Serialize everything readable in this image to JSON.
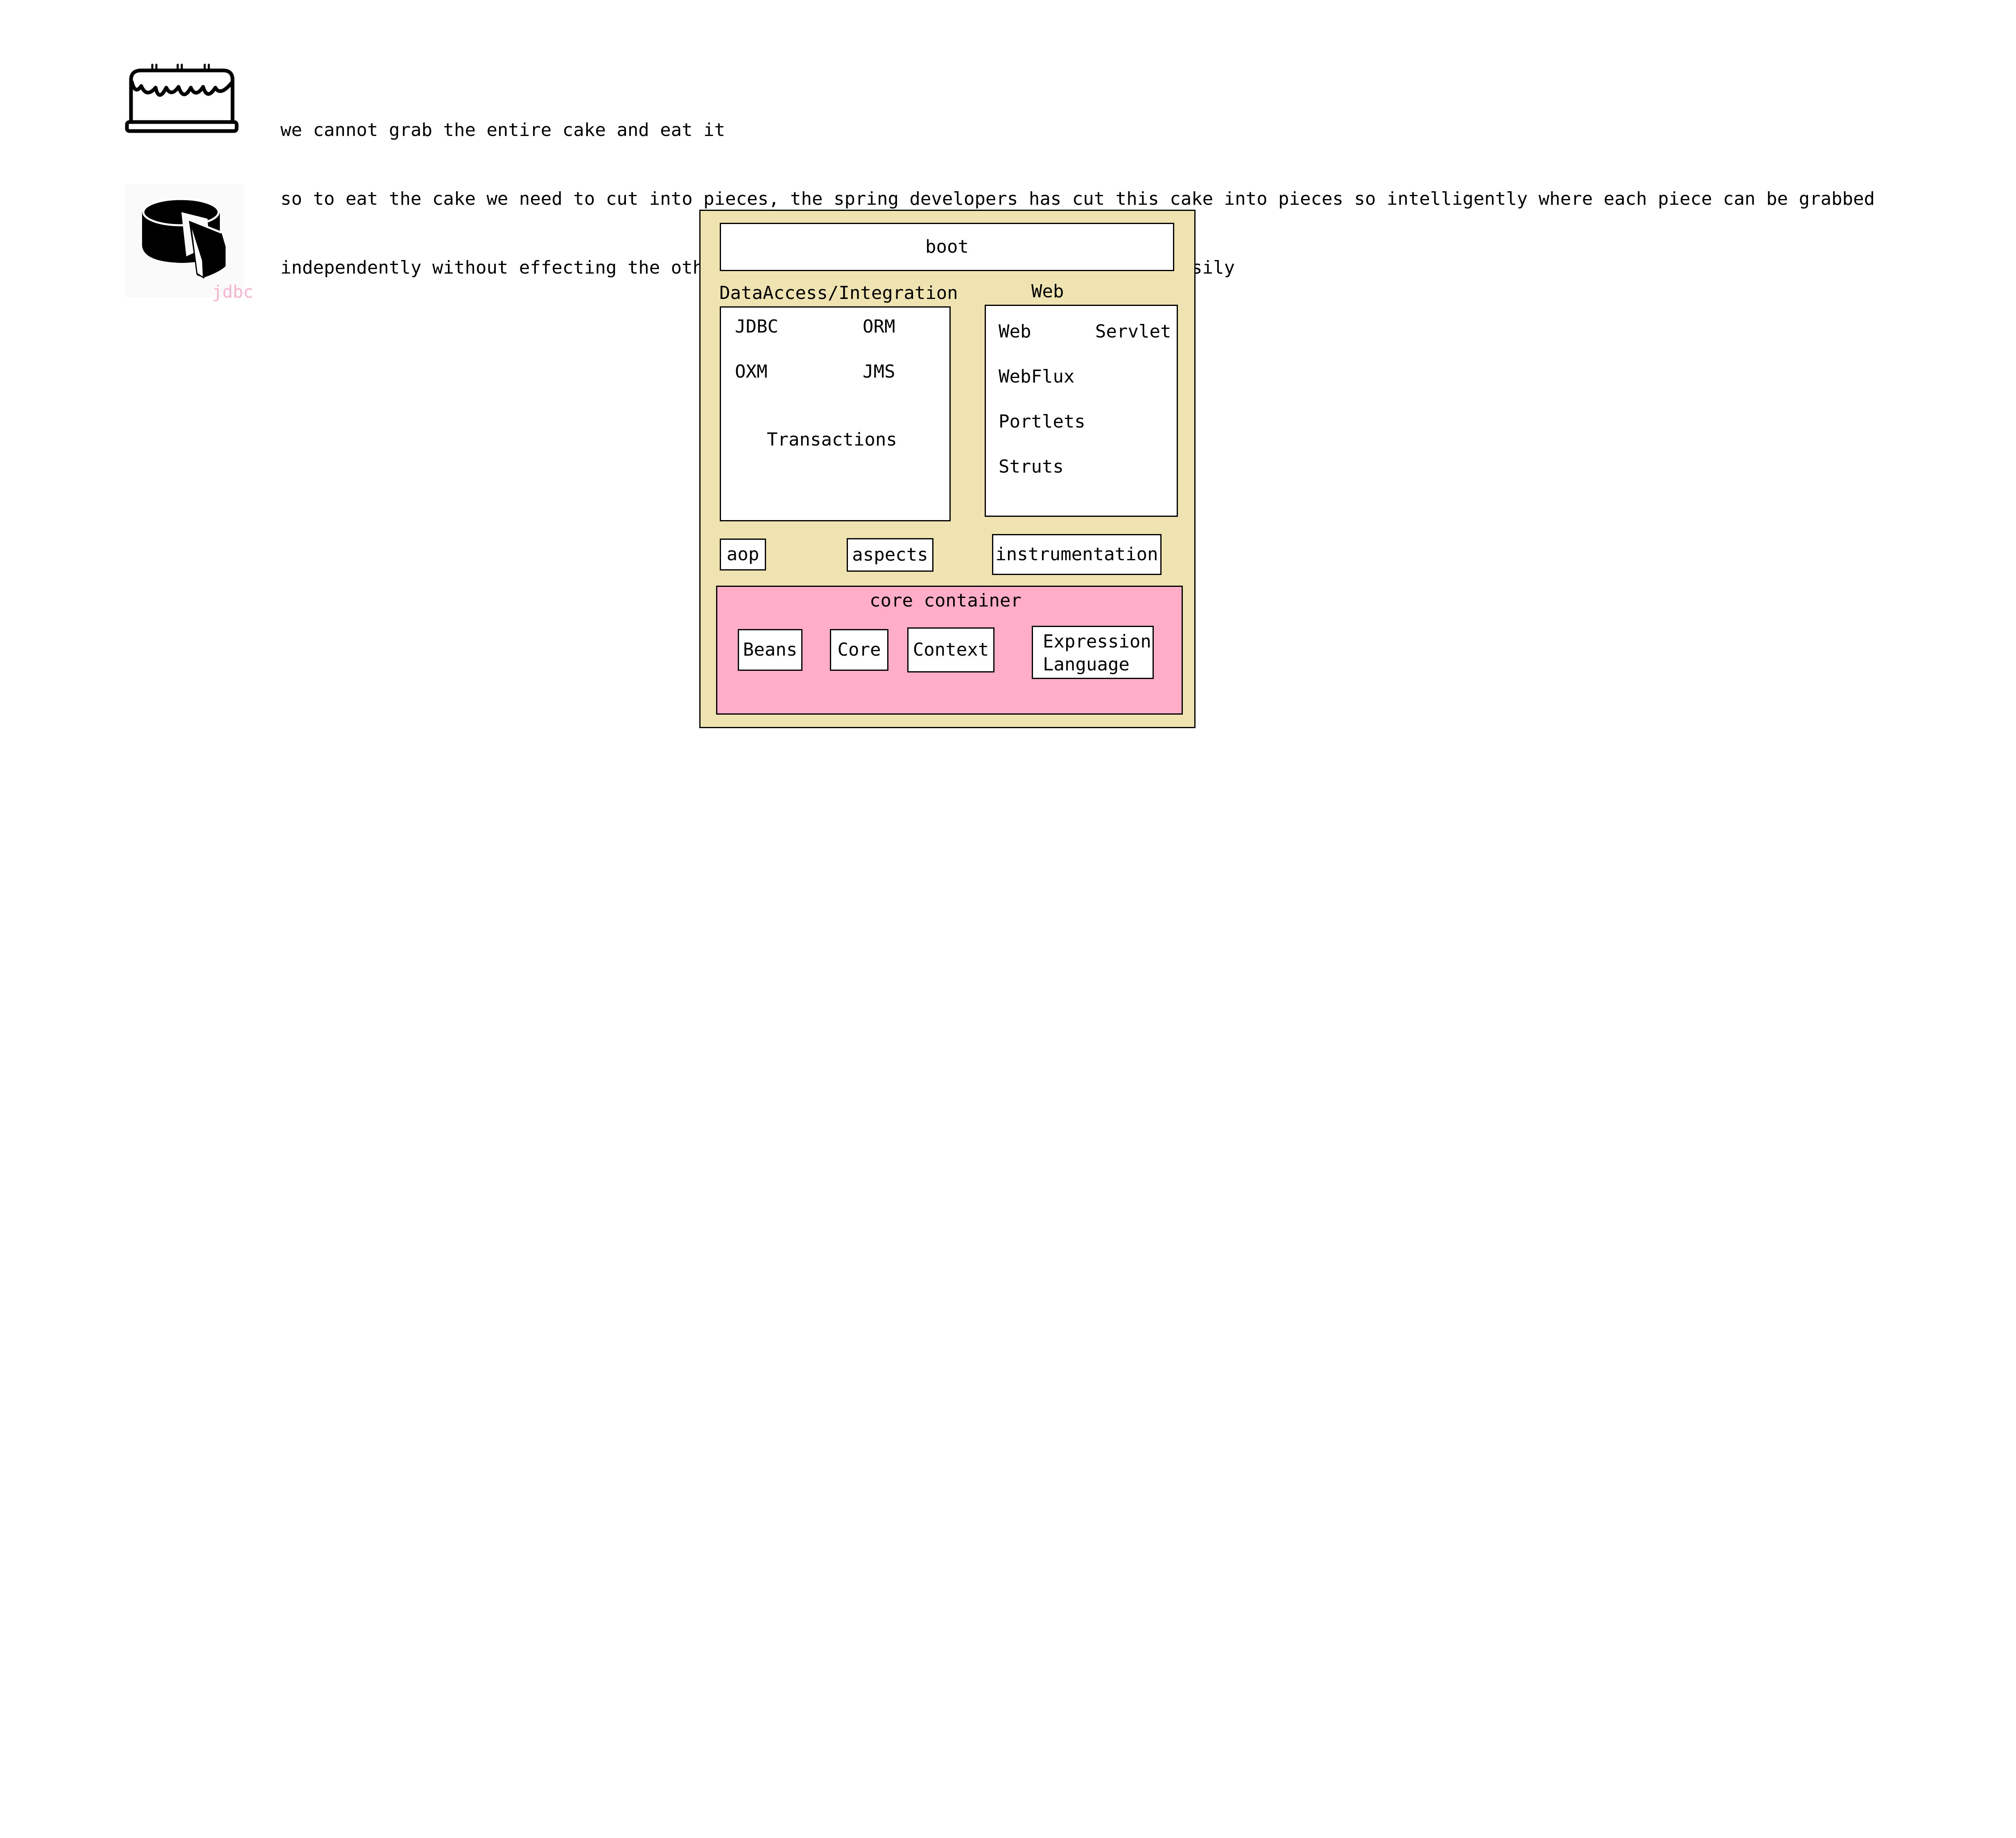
{
  "note": {
    "line1": "we cannot grab the entire cake and eat it",
    "line2": "so to eat the cake we need to cut into pieces, the spring developers has cut this cake into pieces so intelligently where each piece can be grabbed",
    "line3": "independently without effecting the other part of the cake, so that we can eat it easily"
  },
  "icons": {
    "whole_cake": "cake-icon",
    "sliced_cake": "cake-slice-icon",
    "slice_label": "jdbc"
  },
  "diagram": {
    "boot": "boot",
    "data_access": {
      "title": "DataAccess/Integration",
      "items": [
        "JDBC",
        "ORM",
        "OXM",
        "JMS",
        "Transactions"
      ]
    },
    "web": {
      "title": "Web",
      "items": [
        "Web",
        "Servlet",
        "WebFlux",
        "Portlets",
        "Struts"
      ]
    },
    "aop": "aop",
    "aspects": "aspects",
    "instrumentation": "instrumentation",
    "core_container": {
      "title": "core container",
      "beans": "Beans",
      "core": "Core",
      "context": "Context",
      "expression_line1": "Expression",
      "expression_line2": "Language"
    }
  },
  "colors": {
    "frame_fill": "#efe3b1",
    "core_fill": "#ffadc9",
    "jdbc_label": "#f4b4cd"
  }
}
